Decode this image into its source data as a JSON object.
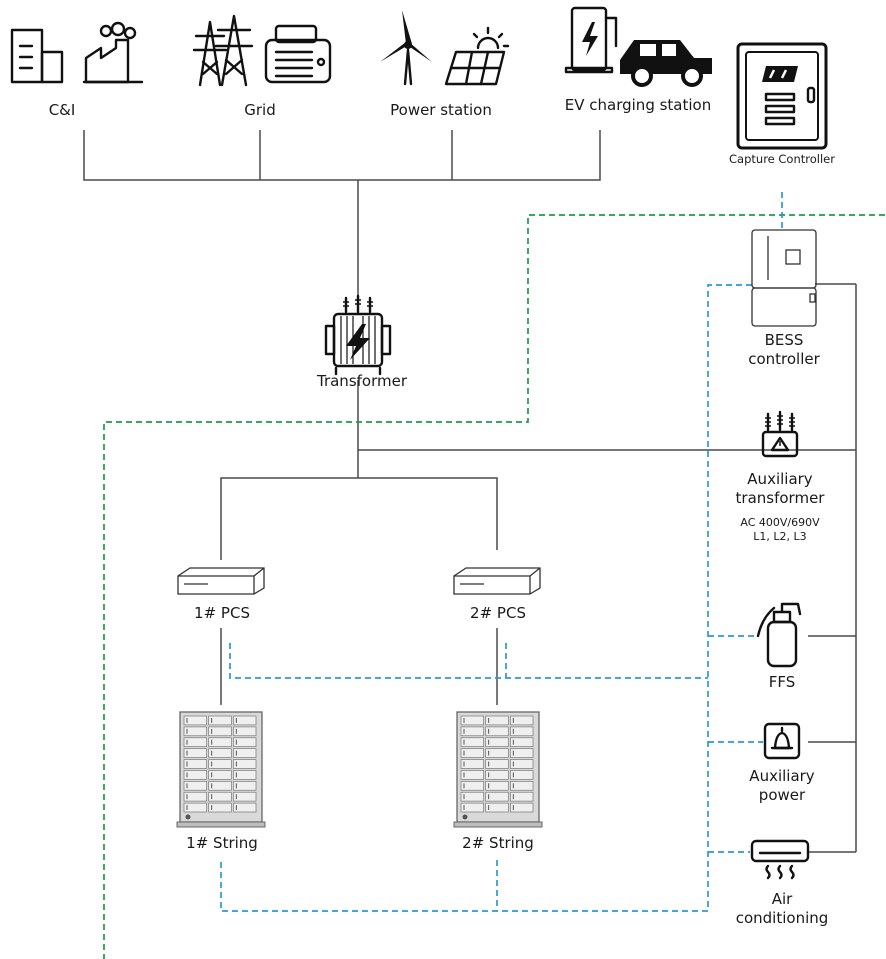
{
  "diagram": {
    "sources": {
      "ci": "C&I",
      "grid": "Grid",
      "power_station": "Power station",
      "ev_charging": "EV charging station"
    },
    "capture_controller": "Capture Controller",
    "transformer": "Transformer",
    "bess_controller": [
      "BESS",
      "controller"
    ],
    "aux_transformer": {
      "title": [
        "Auxiliary",
        "transformer"
      ],
      "spec": [
        "AC 400V/690V",
        "L1, L2, L3"
      ]
    },
    "pcs1": "1# PCS",
    "pcs2": "2# PCS",
    "string1": "1# String",
    "string2": "2# String",
    "ffs": "FFS",
    "aux_power": [
      "Auxiliary",
      "power"
    ],
    "air_conditioning": [
      "Air",
      "conditioning"
    ]
  },
  "colors": {
    "power_line": "#444444",
    "comm_green": "#1f9a4a",
    "comm_blue": "#2b9ad4",
    "icon": "#111111"
  }
}
